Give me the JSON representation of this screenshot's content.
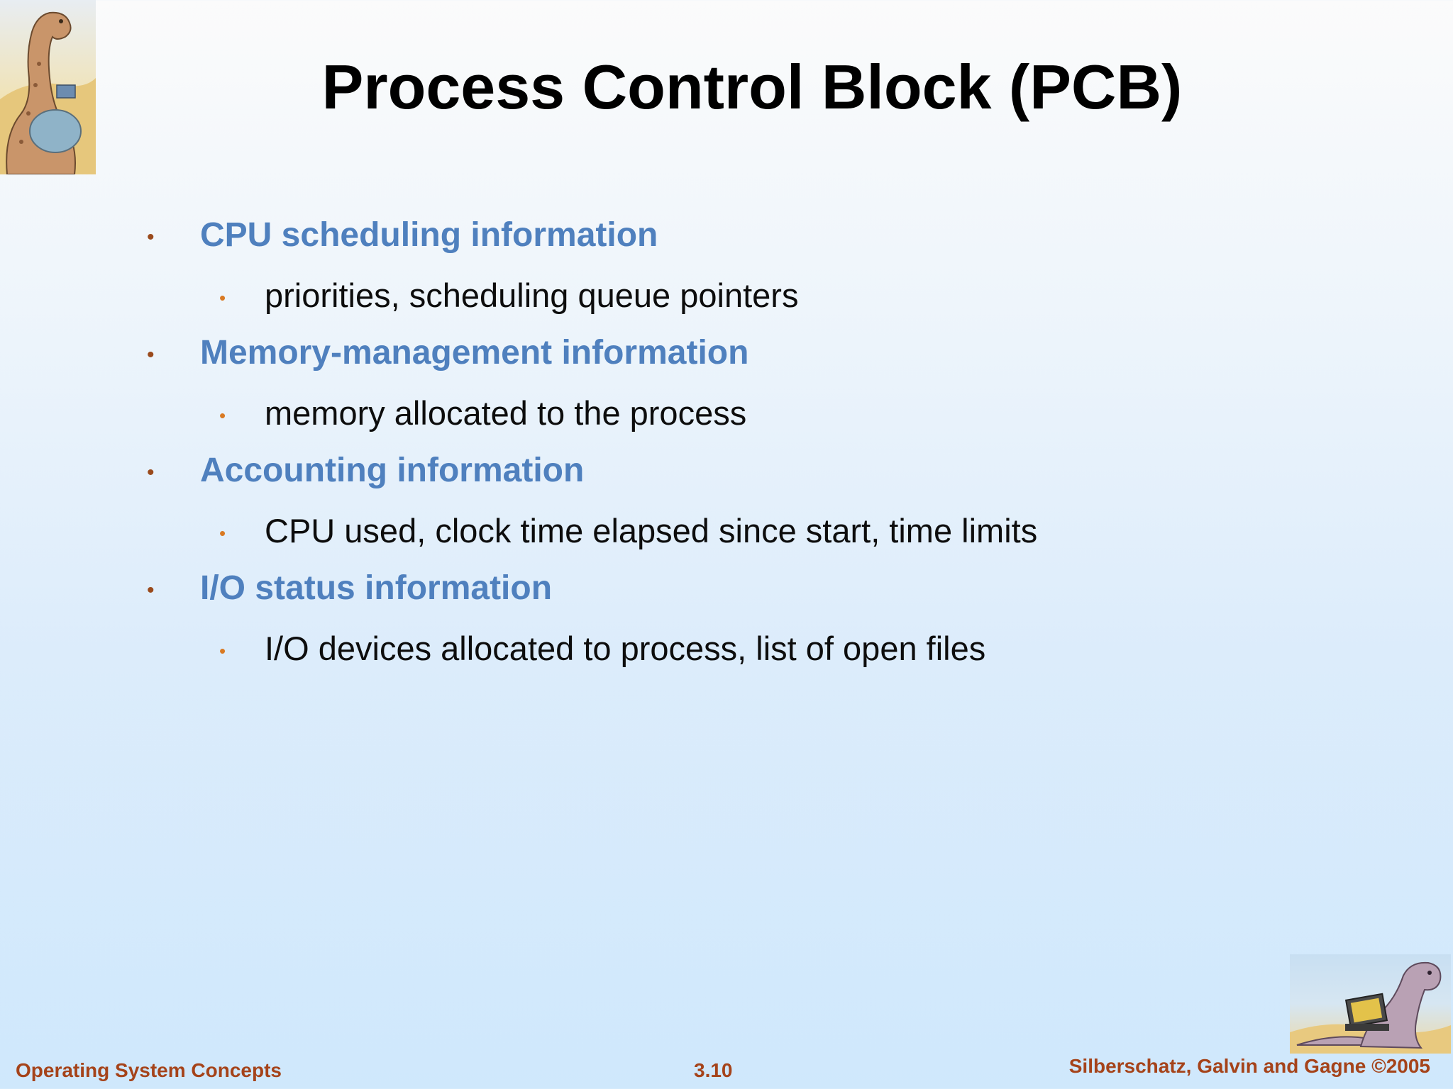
{
  "slide": {
    "title": "Process Control Block (PCB)"
  },
  "bullets": [
    {
      "heading": "CPU scheduling information",
      "detail": "priorities, scheduling queue pointers"
    },
    {
      "heading": "Memory-management information",
      "detail": "memory allocated to the process"
    },
    {
      "heading": "Accounting information",
      "detail": "CPU used, clock time elapsed since start, time limits"
    },
    {
      "heading": "I/O status information",
      "detail": "I/O devices allocated to process, list of open files"
    }
  ],
  "bullet_glyph": "•",
  "footer": {
    "left": "Operating System Concepts",
    "center": "3.10",
    "right": "Silberschatz, Galvin and Gagne ©2005"
  },
  "colors": {
    "heading": "#4f80be",
    "detail": "#0d0d0d",
    "bullet_l1": "#9a4a1c",
    "bullet_l2": "#d97a23",
    "footer": "#a5431a"
  }
}
